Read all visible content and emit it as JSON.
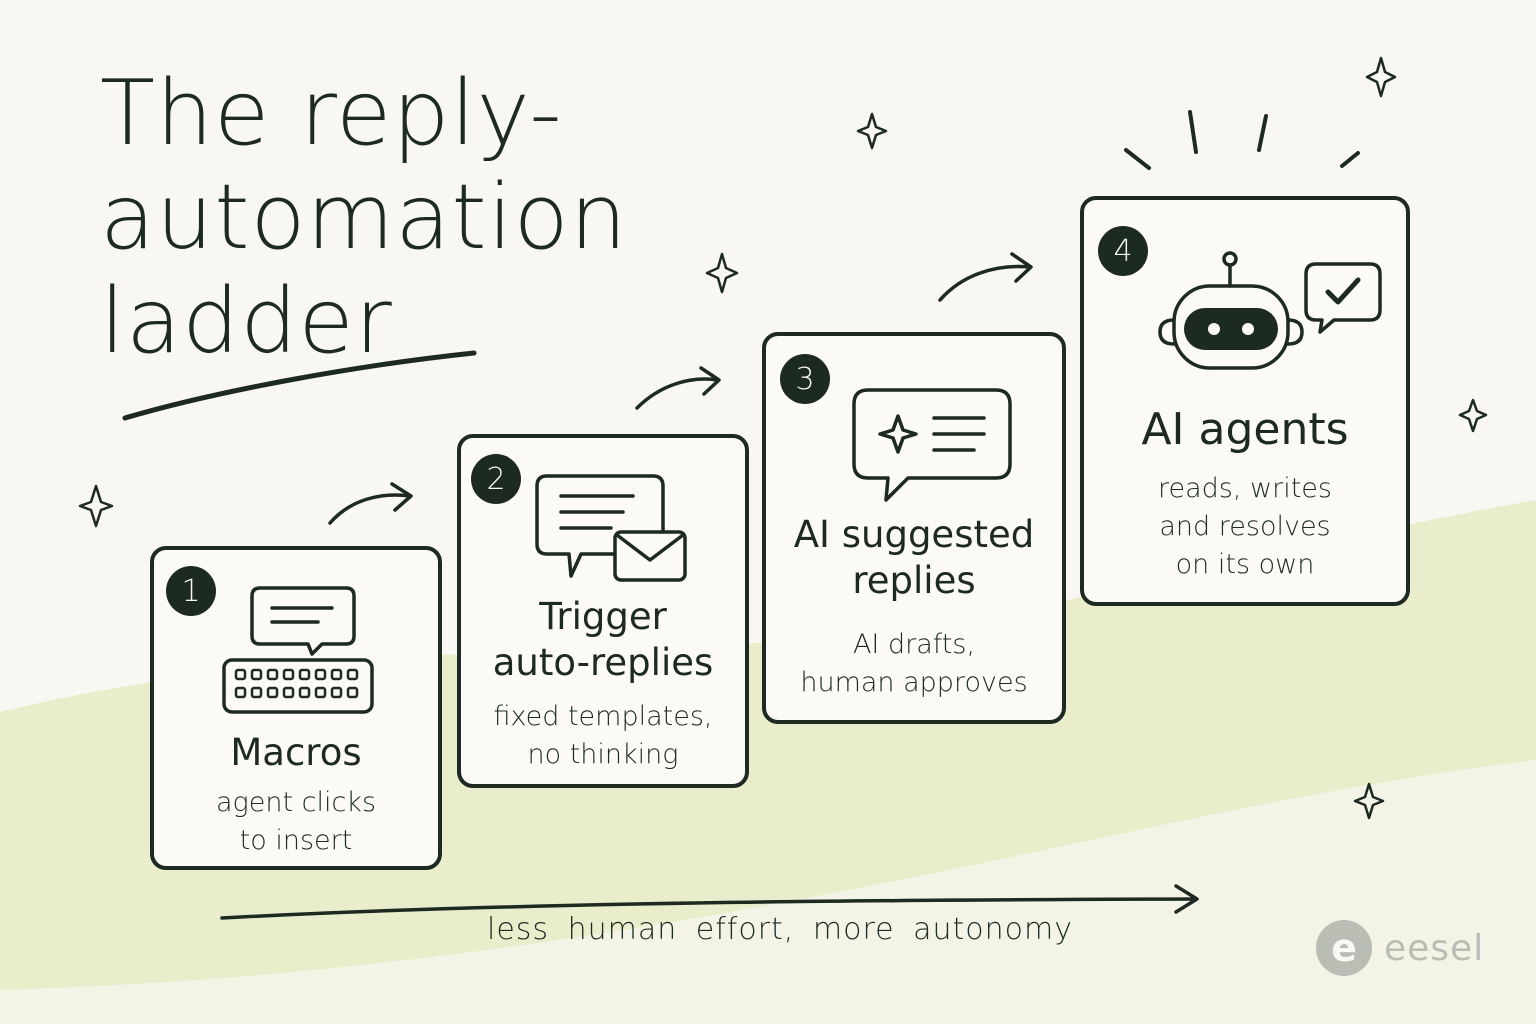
{
  "title": {
    "line1": "The reply-",
    "line2": "automation",
    "line3": "ladder"
  },
  "steps": [
    {
      "number": "1",
      "title_line1": "Macros",
      "desc_line1": "agent clicks",
      "desc_line2": "to insert",
      "icon": "keyboard-chat-icon"
    },
    {
      "number": "2",
      "title_line1": "Trigger",
      "title_line2": "auto-replies",
      "desc_line1": "fixed templates,",
      "desc_line2": "no thinking",
      "icon": "chat-envelope-icon"
    },
    {
      "number": "3",
      "title_line1": "AI suggested",
      "title_line2": "replies",
      "desc_line1": "AI drafts,",
      "desc_line2": "human approves",
      "icon": "sparkle-chat-icon"
    },
    {
      "number": "4",
      "title_line1": "AI agents",
      "desc_line1": "reads, writes",
      "desc_line2": "and resolves",
      "desc_line3": "on its own",
      "icon": "robot-check-icon"
    }
  ],
  "axis_label": "less human effort, more autonomy",
  "brand": {
    "mark": "e",
    "name": "eesel"
  },
  "colors": {
    "ink": "#1d2a22",
    "background": "#f8f7f2",
    "hill": "#eaedcc",
    "brand": "#b9bdb3"
  }
}
